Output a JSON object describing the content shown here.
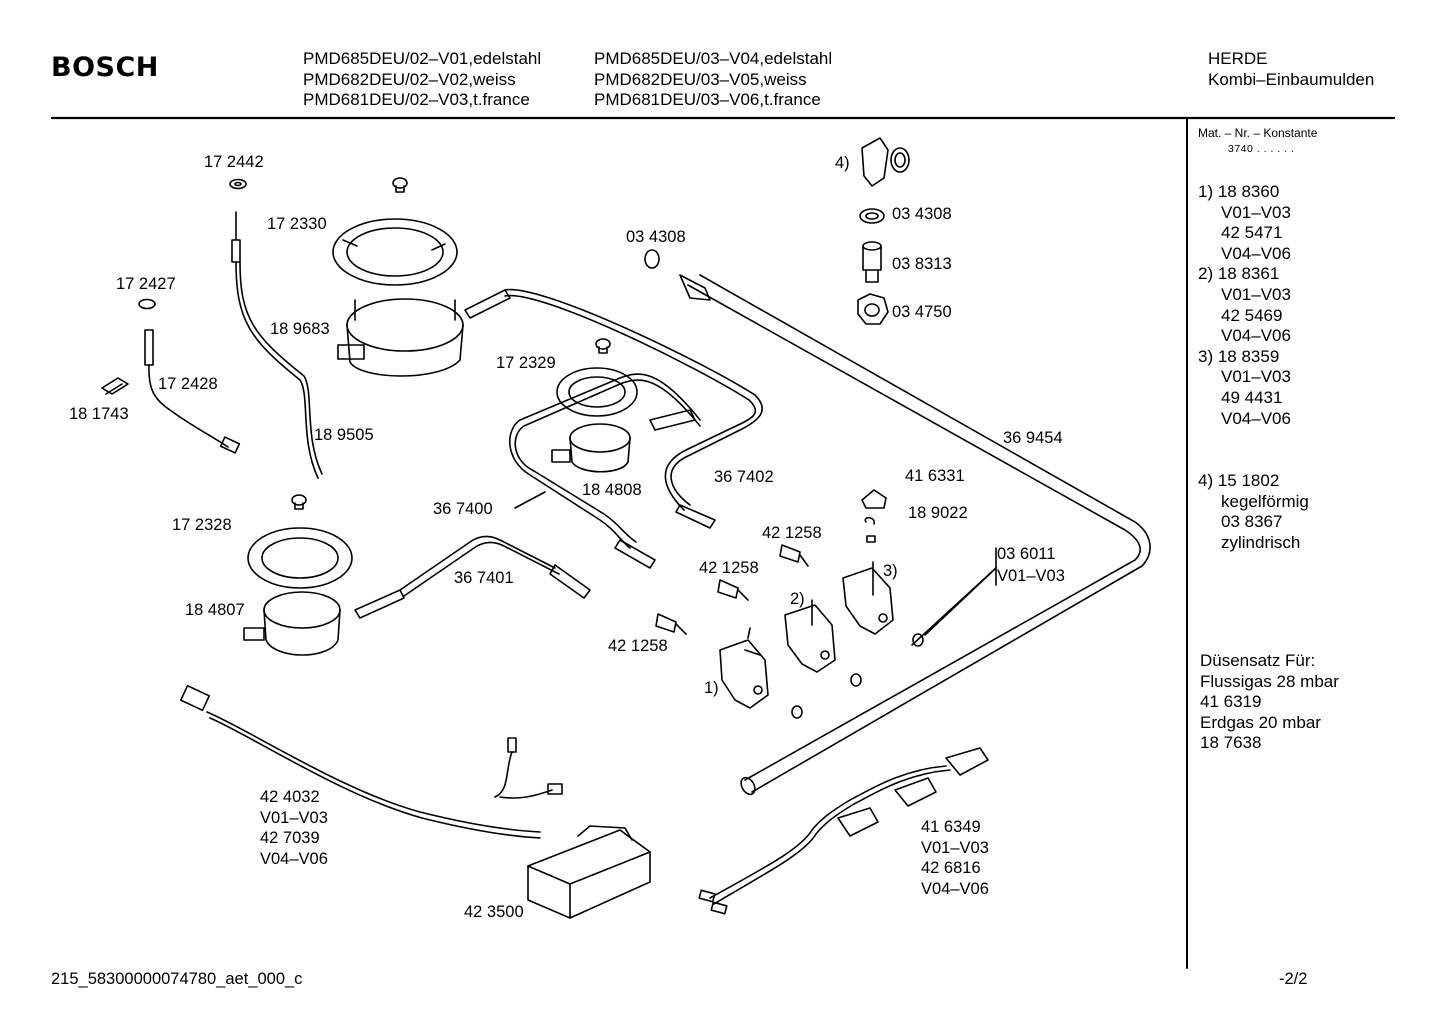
{
  "header": {
    "brand": "BOSCH",
    "models_col1": [
      "PMD685DEU/02–V01,edelstahl",
      "PMD682DEU/02–V02,weiss",
      "PMD681DEU/02–V03,t.france"
    ],
    "models_col2": [
      "PMD685DEU/03–V04,edelstahl",
      "PMD682DEU/03–V05,weiss",
      "PMD681DEU/03–V06,t.france"
    ],
    "category": [
      "HERDE",
      "Kombi–Einbaumulden"
    ]
  },
  "sidebar": {
    "mat_label": "Mat. – Nr. – Konstante",
    "mat_value": "3740 . . . . . .",
    "notes": [
      [
        "1)  18 8360",
        "V01–V03",
        "42 5471",
        "V04–V06"
      ],
      [
        "2)  18 8361",
        "V01–V03",
        "42 5469",
        "V04–V06"
      ],
      [
        "3)  18 8359",
        "V01–V03",
        "49 4431",
        "V04–V06"
      ]
    ],
    "note4": [
      "4)  15 1802",
      "kegelförmig",
      "03 8367",
      "zylindrisch"
    ],
    "nozzle": [
      "Düsensatz Für:",
      "Flussigas 28 mbar",
      "41 6319",
      "Erdgas 20 mbar",
      "18 7638"
    ]
  },
  "parts": [
    "17 2442",
    "17 2330",
    "17 2427",
    "18 9683",
    "17 2428",
    "18 1743",
    "18 9505",
    "17 2328",
    "18 4807",
    "17 2329",
    "18 4808",
    "36 7400",
    "36 7401",
    "36 7402",
    "03 4308",
    "03 4308",
    "03 8313",
    "03 4750",
    "36 9454",
    "41 6331",
    "18 9022",
    "42 1258",
    "42 1258",
    "42 1258",
    "03 6011",
    "V01–V03",
    "4)",
    "3)",
    "2)",
    "1)",
    "42 4032",
    "V01–V03",
    "42 7039",
    "V04–V06",
    "42 3500",
    "41 6349",
    "V01–V03",
    "42 6816",
    "V04–V06"
  ],
  "footer": {
    "doc_id": "215_58300000074780_aet_000_c",
    "page": "-2/2"
  }
}
